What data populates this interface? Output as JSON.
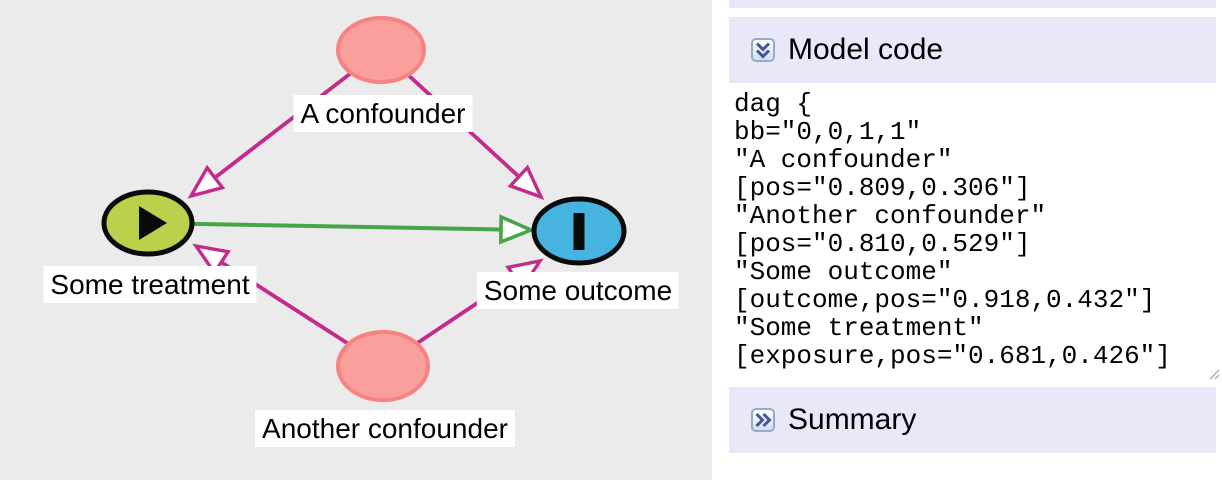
{
  "diagram": {
    "background": "#ebebeb",
    "nodes": [
      {
        "label": "A confounder",
        "role": "confounder",
        "fill": "#fb9f9c",
        "stroke": "#f88282"
      },
      {
        "label": "Another confounder",
        "role": "confounder",
        "fill": "#fb9f9c",
        "stroke": "#f88282"
      },
      {
        "label": "Some treatment",
        "role": "exposure",
        "fill": "#bdd04b",
        "stroke": "#0a0a0a",
        "icon": "play-triangle-icon"
      },
      {
        "label": "Some outcome",
        "role": "outcome",
        "fill": "#46b4df",
        "stroke": "#0a0a0a",
        "icon": "vertical-bar-icon"
      }
    ],
    "edges": [
      {
        "from": "A confounder",
        "to": "Some treatment",
        "style": "biasing",
        "color": "#c42a8c"
      },
      {
        "from": "A confounder",
        "to": "Some outcome",
        "style": "biasing",
        "color": "#c42a8c"
      },
      {
        "from": "Another confounder",
        "to": "Some treatment",
        "style": "biasing",
        "color": "#c42a8c"
      },
      {
        "from": "Another confounder",
        "to": "Some outcome",
        "style": "biasing",
        "color": "#c42a8c"
      },
      {
        "from": "Some treatment",
        "to": "Some outcome",
        "style": "causal",
        "color": "#47a447"
      }
    ]
  },
  "panel": {
    "sections": [
      {
        "title": "Model code",
        "state": "expanded",
        "icon": "chevrons-down-icon"
      },
      {
        "title": "Summary",
        "state": "collapsed",
        "icon": "chevrons-right-icon"
      }
    ],
    "model_code": "dag {\nbb=\"0,0,1,1\"\n\"A confounder\"\n[pos=\"0.809,0.306\"]\n\"Another confounder\"\n[pos=\"0.810,0.529\"]\n\"Some outcome\"\n[outcome,pos=\"0.918,0.432\"]\n\"Some treatment\"\n[exposure,pos=\"0.681,0.426\"]"
  },
  "colors": {
    "canvas_bg": "#ebebeb",
    "section_header_bg": "#e8e8f8",
    "biasing_edge": "#c42a8c",
    "causal_edge": "#47a447",
    "exposure_fill": "#bdd04b",
    "outcome_fill": "#46b4df",
    "confounder_fill": "#fb9f9c",
    "chevron_icon": "#44549c"
  }
}
